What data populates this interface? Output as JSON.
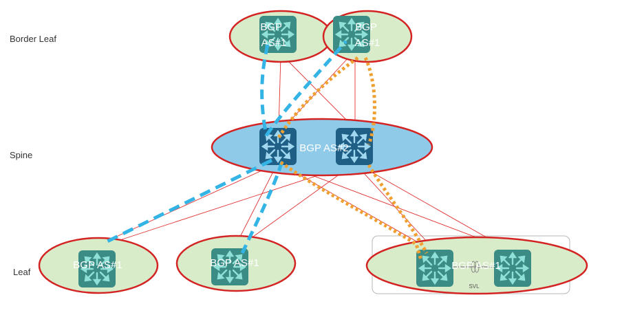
{
  "labels": {
    "border_leaf": "Border Leaf",
    "spine": "Spine",
    "leaf": "Leaf"
  },
  "nodes": {
    "border_leaf_1": "BGP AS#1",
    "border_leaf_2": "BGP AS#1",
    "spine": "BGP AS#2",
    "leaf_1": "BGP AS#1",
    "leaf_2": "BGP AS#1",
    "leaf_3": "BGP AS#1"
  },
  "svl_label": "SVL",
  "colors": {
    "leaf_fill": "#d8ecc9",
    "spine_fill": "#8fcbe9",
    "outline": "#d42323",
    "link": "#e03030",
    "switch_dark": "#1f5f86",
    "switch_teal": "#3c8c86",
    "path_blue": "#33b4e5",
    "path_orange": "#f0a030"
  },
  "icons": {
    "switch": "switch-icon"
  }
}
